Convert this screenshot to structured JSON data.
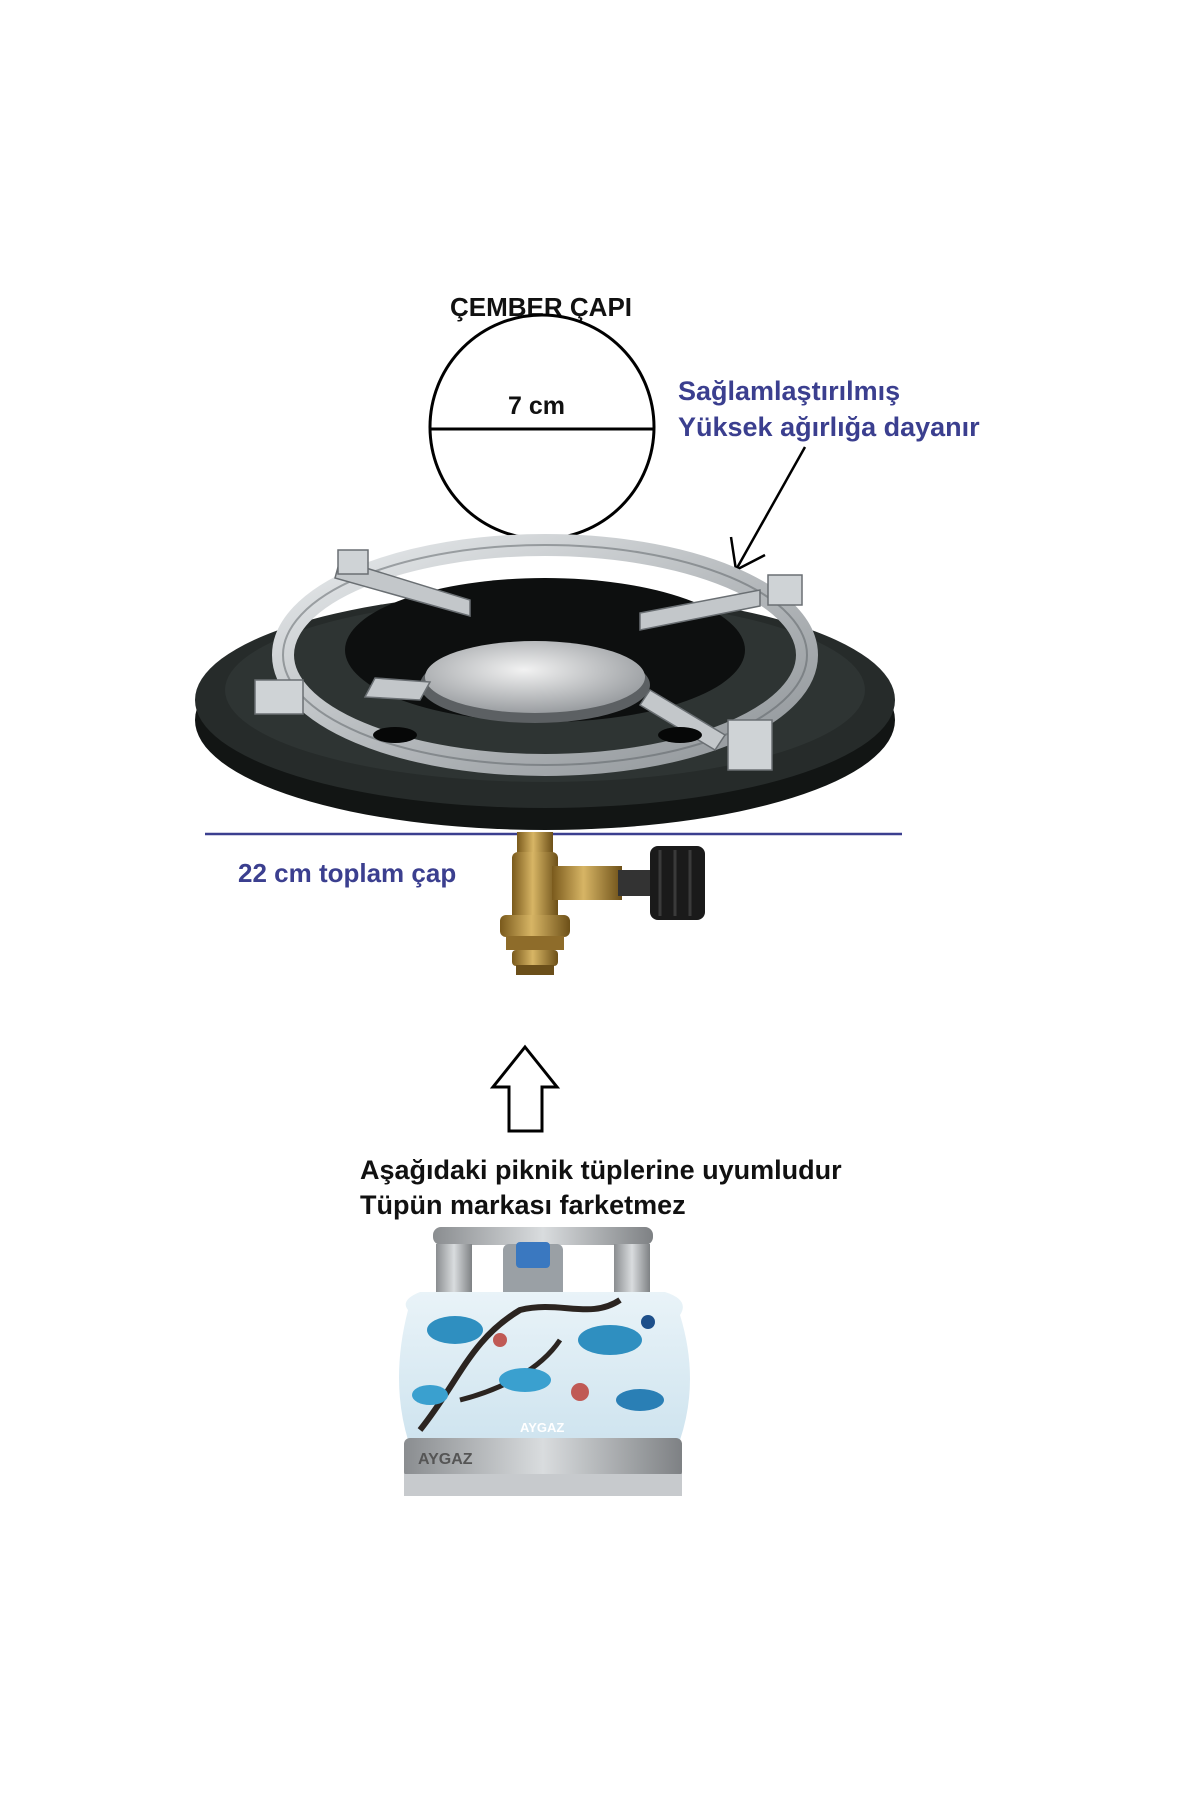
{
  "circle_label": "ÇEMBER ÇAPI",
  "circle_diameter": "7 cm",
  "reinforced_line1": "Sağlamlaştırılmış",
  "reinforced_line2": "Yüksek ağırlığa dayanır",
  "total_diameter": "22 cm toplam çap",
  "compat_line1": "Aşağıdaki piknik tüplerine uyumludur",
  "compat_line2": "Tüpün markası farketmez",
  "tube_brand": "AYGAZ",
  "colors": {
    "annotation_blue": "#3b3f8f",
    "burner_black": "#1f2322",
    "ring_steel": "#c9cccf",
    "brass": "#b08a3a",
    "tile_blue": "#2f8fc0"
  },
  "icons": [
    "arrow-down-left-icon",
    "hollow-up-arrow-icon"
  ]
}
